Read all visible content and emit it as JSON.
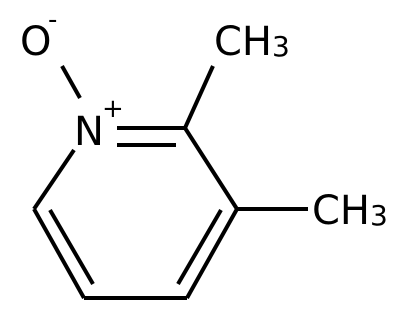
{
  "molecule": {
    "atoms": {
      "oxygen": {
        "element": "O",
        "charge": "-"
      },
      "nitrogen": {
        "element": "N",
        "charge": "+"
      },
      "methyl_2": {
        "group": "CH",
        "subscript": "3"
      },
      "methyl_3": {
        "group": "CH",
        "subscript": "3"
      }
    },
    "colors": {
      "ink": "#000000",
      "background": "#ffffff"
    }
  }
}
